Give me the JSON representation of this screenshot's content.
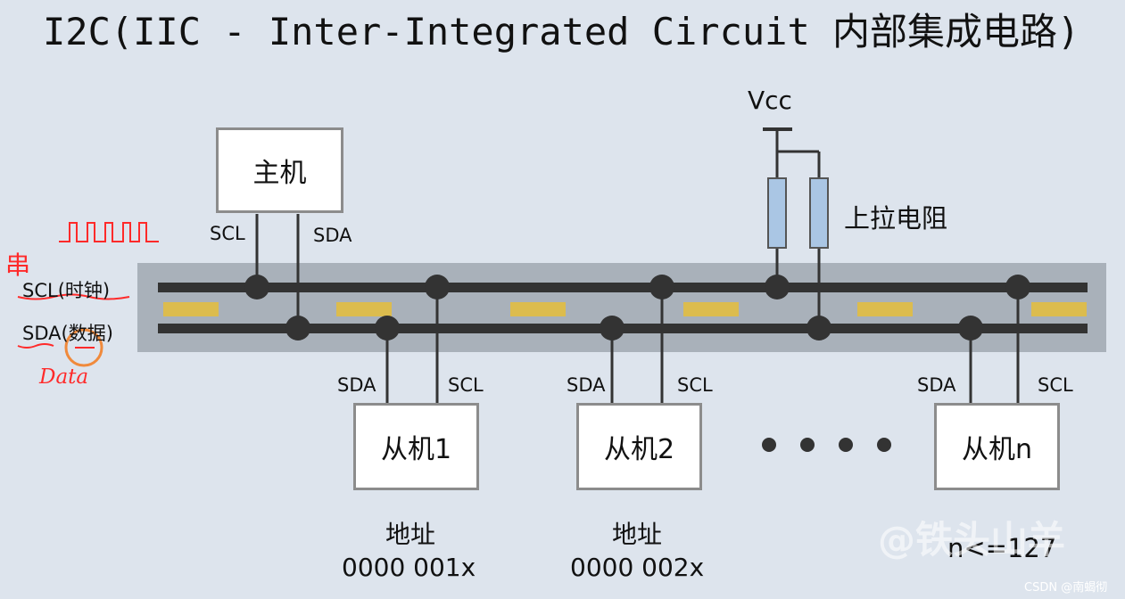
{
  "title": "I2C(IIC - Inter-Integrated Circuit 内部集成电路)",
  "vcc_label": "Vcc",
  "pullup_label": "上拉电阻",
  "master": {
    "label": "主机",
    "scl": "SCL",
    "sda": "SDA"
  },
  "bus_labels": {
    "scl": "SCL",
    "scl_note": "(时钟)",
    "sda": "SDA",
    "sda_note": "(数据)"
  },
  "slaves": [
    {
      "label": "从机1",
      "pin_left": "SDA",
      "pin_right": "SCL",
      "addr_label": "地址",
      "addr": "0000  001x"
    },
    {
      "label": "从机2",
      "pin_left": "SDA",
      "pin_right": "SCL",
      "addr_label": "地址",
      "addr": "0000  002x"
    },
    {
      "label": "从机n",
      "pin_left": "SDA",
      "pin_right": "SCL"
    }
  ],
  "limit": "n<=127",
  "annotations": {
    "hand_char": "串",
    "hand_data": "Data"
  },
  "watermark": "@铁头山羊",
  "credit": "CSDN @南蝎彻",
  "colors": {
    "bus_band": "#a9b1ba",
    "line": "#333333",
    "resistor": "#aac6e4",
    "pulse": "#ff2a2a",
    "circle": "#f08a3c",
    "gold": "#dcbc4e"
  }
}
